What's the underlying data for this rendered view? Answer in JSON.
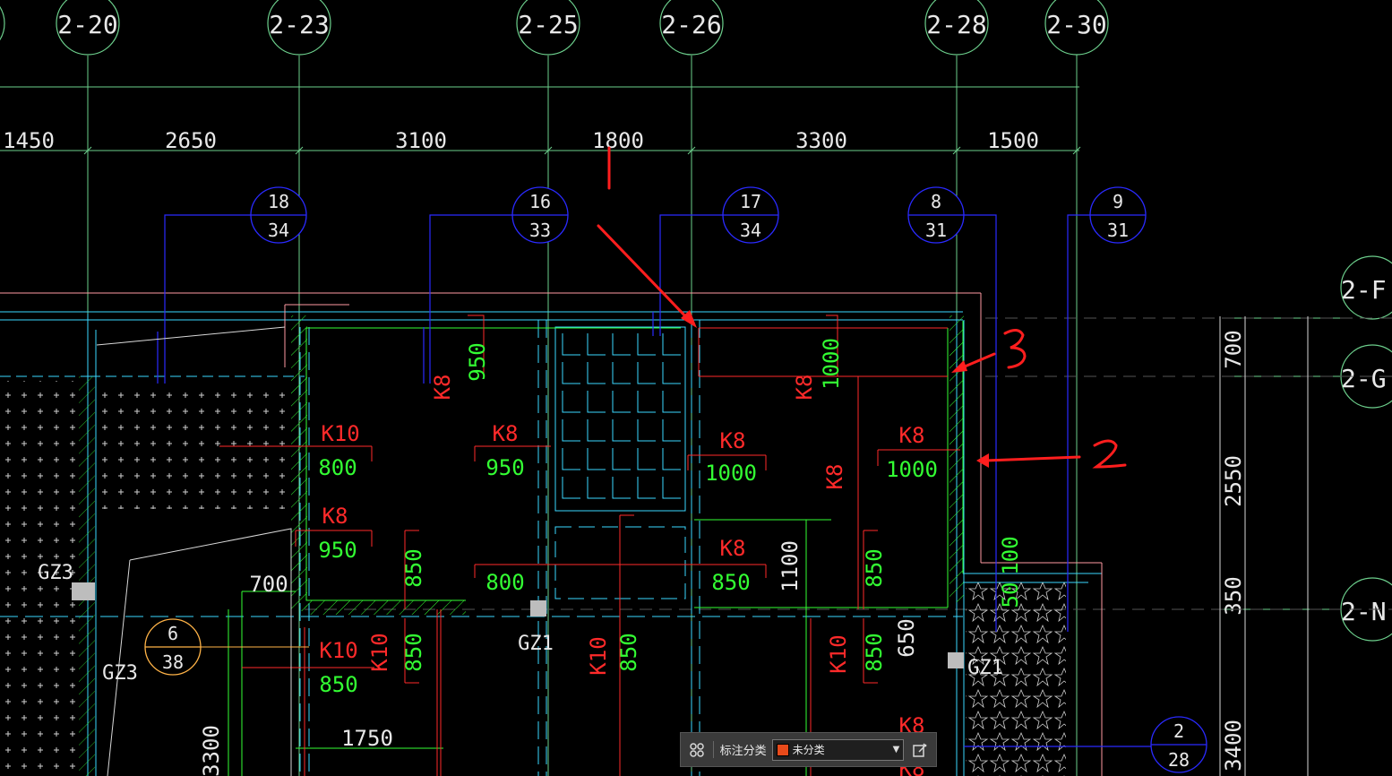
{
  "colors": {
    "axis": "#6ccf8c",
    "dim_text": "#e8e8e8",
    "red": "#ff2a2a",
    "green": "#33ff33",
    "blue": "#2a2aff",
    "cyan": "#3ad7ff",
    "annotation": "#ff1e1e",
    "orange": "#ffb347",
    "swatch": "#e84a1a"
  },
  "axis_labels": [
    "2-20",
    "2-23",
    "2-25",
    "2-26",
    "2-28",
    "2-30"
  ],
  "right_axis_labels": [
    "2-F",
    "2-G",
    "2-N"
  ],
  "top_dims": [
    "1450",
    "2650",
    "3100",
    "1800",
    "3300",
    "1500"
  ],
  "right_dims": [
    "700",
    "2550",
    "350",
    "3400"
  ],
  "section_bubbles": [
    {
      "top": "18",
      "bottom": "34"
    },
    {
      "top": "16",
      "bottom": "33"
    },
    {
      "top": "17",
      "bottom": "34"
    },
    {
      "top": "8",
      "bottom": "31"
    },
    {
      "top": "9",
      "bottom": "31"
    },
    {
      "top": "6",
      "bottom": "38"
    },
    {
      "top": "2",
      "bottom": "28"
    }
  ],
  "rebar_labels": [
    "K10",
    "K8",
    "K8",
    "K8",
    "K8",
    "K8",
    "K8",
    "K8",
    "K8",
    "K10",
    "K10",
    "K10",
    "K10",
    "K8",
    "K8"
  ],
  "slab_dims": [
    "800",
    "950",
    "1000",
    "1000",
    "950",
    "850",
    "800",
    "850",
    "850",
    "1100",
    "950",
    "1000",
    "850",
    "850",
    "850",
    "850",
    "650",
    "100",
    "50",
    "700",
    "1750",
    "3300"
  ],
  "column_labels": [
    "GZ3",
    "GZ3",
    "GZ1",
    "GZ1"
  ],
  "annotations": [
    "1",
    "3",
    "2"
  ],
  "toolbar": {
    "label": "标注分类",
    "select_value": "未分类"
  }
}
